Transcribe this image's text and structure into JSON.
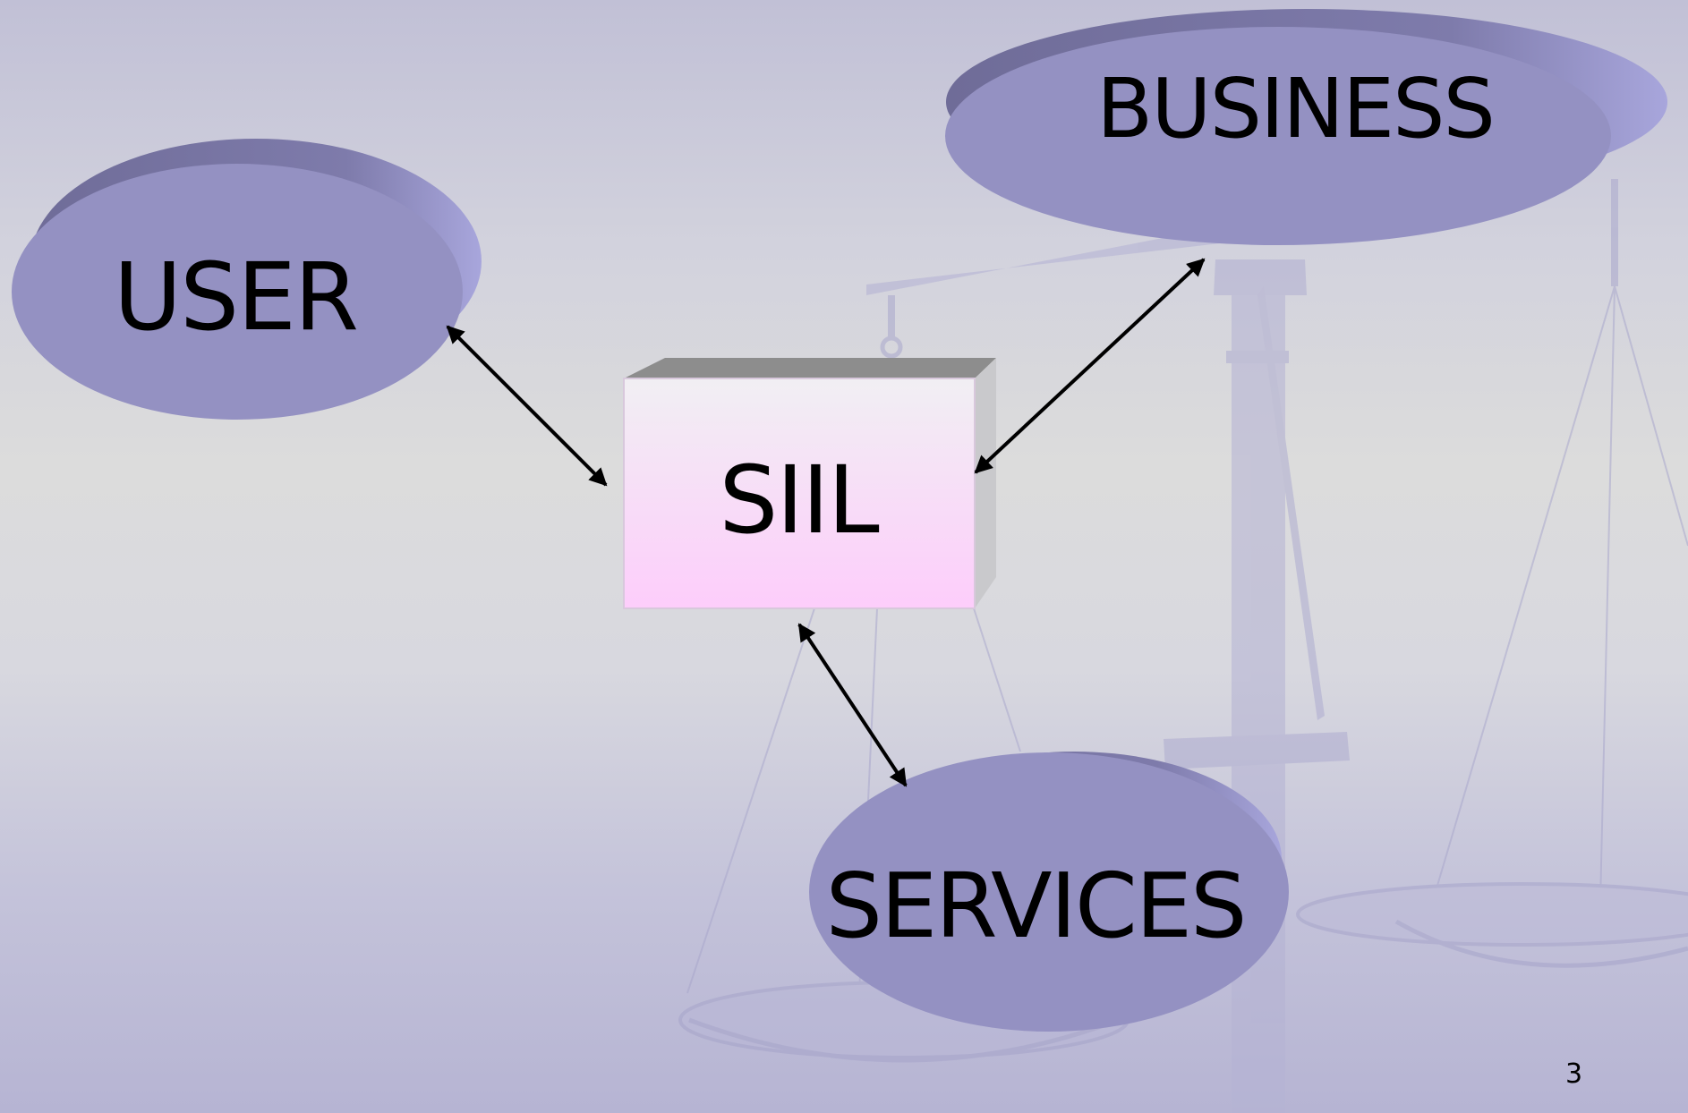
{
  "slide": {
    "page_number": "3",
    "colors": {
      "node_fill": "#9491c2",
      "node_shadow": "#7c7aa6",
      "box_top": "#f1eff3",
      "box_bottom": "#fdcdfb",
      "box_roof": "#8d8d8d",
      "arrow": "#000000"
    },
    "background_icon": "scales-of-justice-icon"
  },
  "nodes": {
    "user": "USER",
    "business": "BUSINESS",
    "siil": "SIIL",
    "services": "SERVICES"
  },
  "connections": [
    {
      "from": "USER",
      "to": "SIIL",
      "direction": "bidirectional"
    },
    {
      "from": "BUSINESS",
      "to": "SIIL",
      "direction": "bidirectional"
    },
    {
      "from": "SIIL",
      "to": "SERVICES",
      "direction": "bidirectional"
    }
  ]
}
